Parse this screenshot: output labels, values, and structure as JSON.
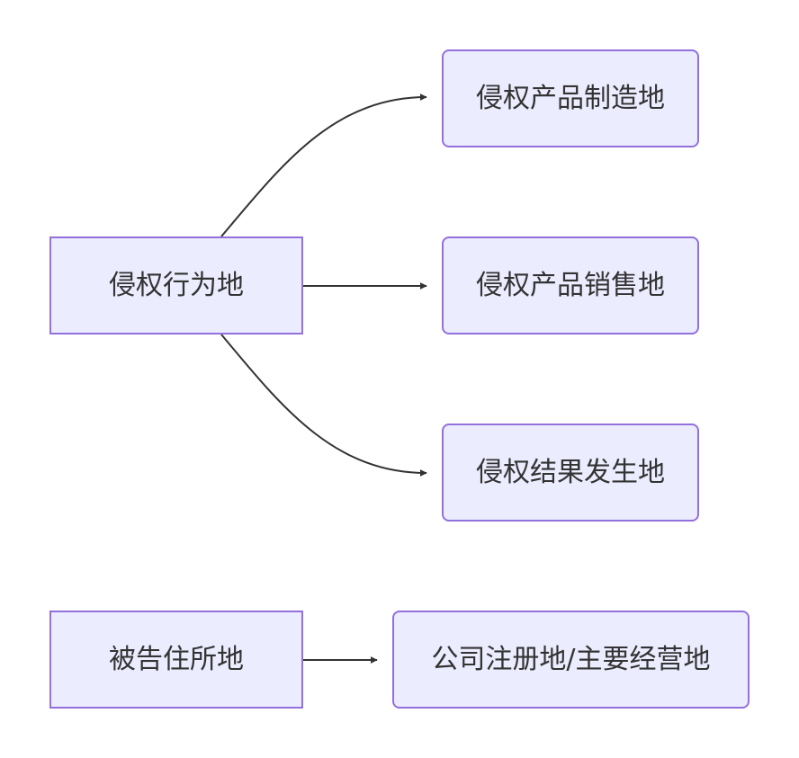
{
  "diagram": {
    "nodes": {
      "act": {
        "label": "侵权行为地"
      },
      "make": {
        "label": "侵权产品制造地"
      },
      "sell": {
        "label": "侵权产品销售地"
      },
      "result": {
        "label": "侵权结果发生地"
      },
      "defendant": {
        "label": "被告住所地"
      },
      "company": {
        "label": "公司注册地/主要经营地"
      }
    },
    "edges": [
      {
        "from": "侵权行为地",
        "to": "侵权产品制造地"
      },
      {
        "from": "侵权行为地",
        "to": "侵权产品销售地"
      },
      {
        "from": "侵权行为地",
        "to": "侵权结果发生地"
      },
      {
        "from": "被告住所地",
        "to": "公司注册地/主要经营地"
      }
    ],
    "colors": {
      "node_fill": "#ECECFF",
      "node_border": "#9370DB",
      "edge": "#333333",
      "text": "#333333",
      "background": "#FFFFFF"
    }
  }
}
